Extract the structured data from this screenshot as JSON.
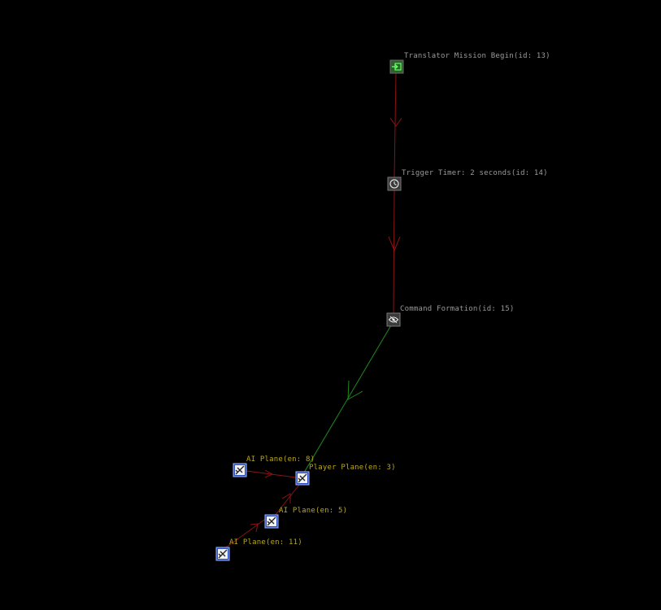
{
  "colors": {
    "background": "#000000",
    "trigger_label": "#9a9a9a",
    "entity_label": "#b9a81c",
    "trigger_link": "#8a1414",
    "command_link": "#1f8a1f",
    "entity_link": "#8a1414",
    "mission_icon_bg": "#2f5f2f",
    "timer_icon_bg": "#3a3a3a",
    "command_icon_bg": "#3a3a3a",
    "plane_icon_bg": "#2a4fc4"
  },
  "nodes": {
    "mission_begin": {
      "label": "Translator Mission Begin(id: 13)",
      "icon": "mission-begin-icon"
    },
    "trigger_timer": {
      "label": "Trigger Timer: 2 seconds(id: 14)",
      "icon": "clock-icon"
    },
    "command_formation": {
      "label": "Command Formation(id: 15)",
      "icon": "formation-icon"
    },
    "ai_plane_8": {
      "label": "AI Plane(en: 8)",
      "icon": "plane-icon"
    },
    "player_plane_3": {
      "label": "Player Plane(en: 3)",
      "icon": "plane-icon"
    },
    "ai_plane_5": {
      "label": "AI Plane(en: 5)",
      "icon": "plane-icon"
    },
    "ai_plane_11": {
      "label": "AI Plane(en: 11)",
      "icon": "plane-icon"
    }
  }
}
